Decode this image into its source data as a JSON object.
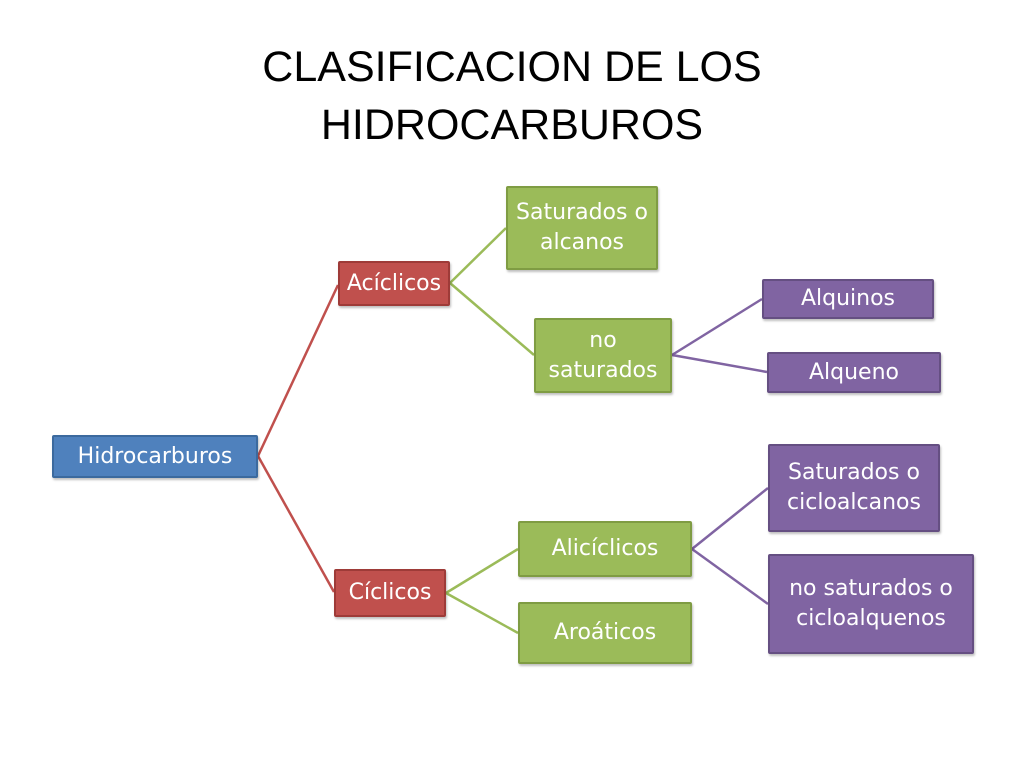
{
  "title": {
    "line1": "CLASIFICACION DE LOS",
    "line2": "HIDROCARBUROS"
  },
  "colors": {
    "root": "#4f81bd",
    "level1": "#c0504d",
    "level2": "#9bbb59",
    "level3": "#8064a2"
  },
  "diagram": {
    "root": "Hidrocarburos",
    "aciclicos": {
      "label": "Acíclicos",
      "saturados": "Saturados o\nalcanos",
      "no_saturados": "no\nsaturados",
      "alquinos": "Alquinos",
      "alqueno": "Alqueno"
    },
    "ciclicos": {
      "label": "Cíclicos",
      "aliciclicos": "Alicíclicos",
      "aromaticos": "Aroáticos",
      "cicloalcanos": "Saturados o\ncicloalcanos",
      "cicloalquenos": "no saturados o\ncicloalquenos"
    }
  }
}
